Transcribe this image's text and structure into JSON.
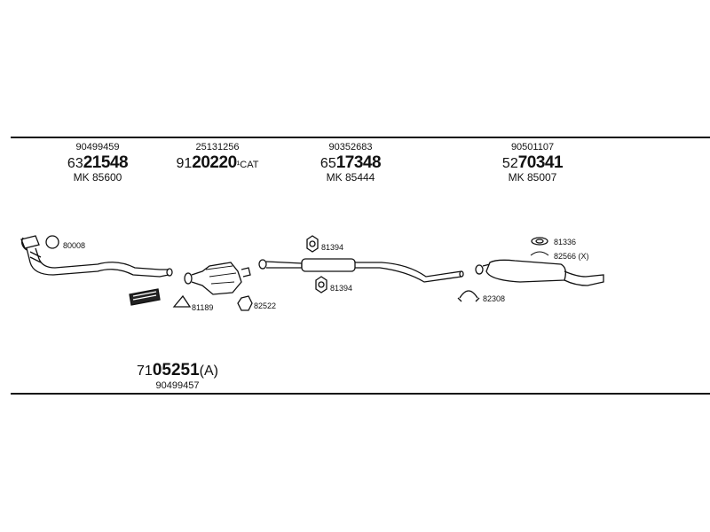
{
  "headers": [
    {
      "sub": "90499459",
      "prefix": "63",
      "bold": "21548",
      "suffix": "",
      "mk": "MK 85600"
    },
    {
      "sub": "25131256",
      "prefix": "91",
      "bold": "20220",
      "suffix": "¹CAT",
      "mk": ""
    },
    {
      "sub": "90352683",
      "prefix": "65",
      "bold": "17348",
      "suffix": "",
      "mk": "MK 85444"
    },
    {
      "sub": "90501107",
      "prefix": "52",
      "bold": "70341",
      "suffix": "",
      "mk": "MK 85007"
    }
  ],
  "part_labels": {
    "gasket_front": "80008",
    "rubber_left": "81189",
    "clamp_cat": "82522",
    "hanger_mid_top": "81394",
    "hanger_mid_bottom": "81394",
    "hanger_rear_top": "81336",
    "hanger_rear_x": "82566 (X)",
    "clamp_rear": "82308"
  },
  "bottom": {
    "prefix": "71",
    "bold": "05251",
    "suffix": "(A)",
    "sub": "90499457"
  }
}
